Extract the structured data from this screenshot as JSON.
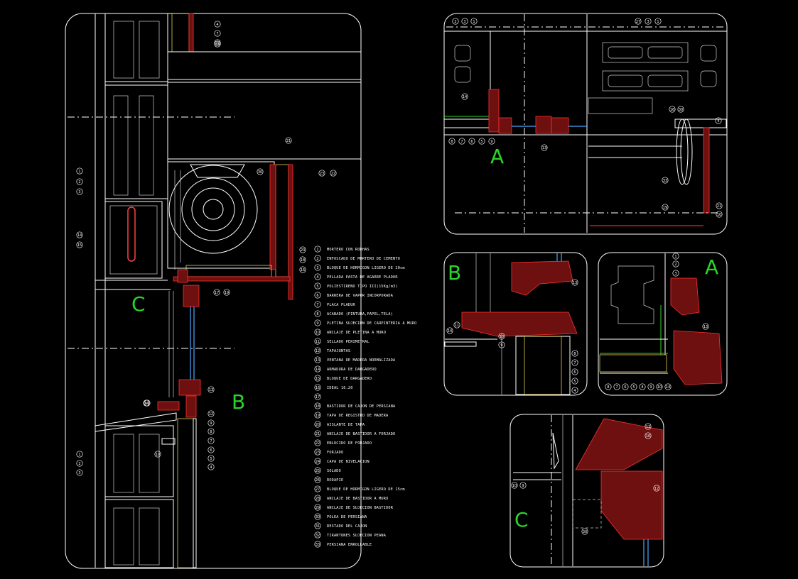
{
  "detail_labels": {
    "main_c": "C",
    "main_b": "B",
    "top_right_a": "A",
    "mid_left_b": "B",
    "mid_right_a": "A",
    "bottom_c": "C"
  },
  "legend": [
    {
      "no": "1",
      "text": "MORTERO CON RODHAS"
    },
    {
      "no": "2",
      "text": "ENFOSCADO DE MORTERO DE CEMENTO"
    },
    {
      "no": "3",
      "text": "BLOQUE DE HORMIGON LIGERO DE 20cm"
    },
    {
      "no": "4",
      "text": "PELLADA PASTA DE AGARRE PLADUR"
    },
    {
      "no": "5",
      "text": "POLIESTIRENO TIPO III(15Kg/m3)"
    },
    {
      "no": "6",
      "text": "BARRERA DE VAPOR INCORPORADA"
    },
    {
      "no": "7",
      "text": "PLACA PLADUR"
    },
    {
      "no": "8",
      "text": "ACABADO (PINTURA,PAPEL,TELA)"
    },
    {
      "no": "9",
      "text": "PLETINA SUJECION DE CARPINTERIA A MURO"
    },
    {
      "no": "10",
      "text": "ANCLAJE DE PLETINA A MURO"
    },
    {
      "no": "11",
      "text": "SELLADO PERIMETRAL"
    },
    {
      "no": "12",
      "text": "TAPAJUNTAS"
    },
    {
      "no": "13",
      "text": "VENTANA DE MADERA NORMALIZADA"
    },
    {
      "no": "14",
      "text": "ARMADURA DE DARGADERO"
    },
    {
      "no": "15",
      "text": "BLOQUE DE DARGADERO"
    },
    {
      "no": "16",
      "text": "IDEAL 16.20"
    },
    {
      "no": "17",
      "text": ""
    },
    {
      "no": "18",
      "text": "BASTIDOR DE CAJON DE PERSIANA"
    },
    {
      "no": "19",
      "text": "TAPA DE REGISTRO DE MADERA"
    },
    {
      "no": "20",
      "text": "AISLANTE DE TAPA"
    },
    {
      "no": "21",
      "text": "ANCLAJE DE BASTIDOR A FORJADO"
    },
    {
      "no": "22",
      "text": "ENLUCIDO DE FORJADO"
    },
    {
      "no": "23",
      "text": "FORJADO"
    },
    {
      "no": "24",
      "text": "CAPA DE NIVELACION"
    },
    {
      "no": "25",
      "text": "SOLADO"
    },
    {
      "no": "26",
      "text": "RODAPIE"
    },
    {
      "no": "27",
      "text": "BLOQUE DE HORMIGON LIGERO DE 15cm"
    },
    {
      "no": "28",
      "text": "ANCLAJE DE BASTIDOR A MURO"
    },
    {
      "no": "29",
      "text": "ANCLAJE DE SUJECION BASTIDOR"
    },
    {
      "no": "30",
      "text": "POLEA DE PERSIANA"
    },
    {
      "no": "31",
      "text": "RESTADO DEL CAJON"
    },
    {
      "no": "32",
      "text": "TIRANTONES SUJECION PEANA"
    },
    {
      "no": "33",
      "text": "PERSIANA ENROLLABLE"
    }
  ],
  "callouts": {
    "main": [
      "4",
      "7",
      "25",
      "24",
      "1",
      "2",
      "3",
      "14",
      "15",
      "21",
      "30",
      "23",
      "22",
      "20",
      "18",
      "16",
      "17",
      "19",
      "13",
      "11",
      "12",
      "9",
      "8",
      "7",
      "6",
      "5",
      "4",
      "1",
      "2",
      "3",
      "10",
      "14"
    ],
    "top_right": [
      "2",
      "3",
      "1",
      "27",
      "3",
      "1",
      "14",
      "16",
      "30",
      "4",
      "8",
      "7",
      "6",
      "5",
      "9",
      "13",
      "33",
      "21",
      "10",
      "19"
    ],
    "mid_left_b": [
      "13",
      "11",
      "14",
      "10",
      "9",
      "8",
      "7",
      "6",
      "5",
      "4"
    ],
    "mid_right_a": [
      "1",
      "2",
      "3",
      "13",
      "8",
      "7",
      "6",
      "5",
      "4",
      "9",
      "10",
      "14"
    ],
    "bottom_c": [
      "13",
      "16",
      "12",
      "10",
      "9",
      "30"
    ]
  },
  "colors": {
    "background": "#000000",
    "linework": "#ffffff",
    "label_green": "#2bd42b",
    "wood_red": "#ff3030",
    "glass_blue": "#4aa6ff",
    "insulation_yellow": "#ffe85a"
  }
}
